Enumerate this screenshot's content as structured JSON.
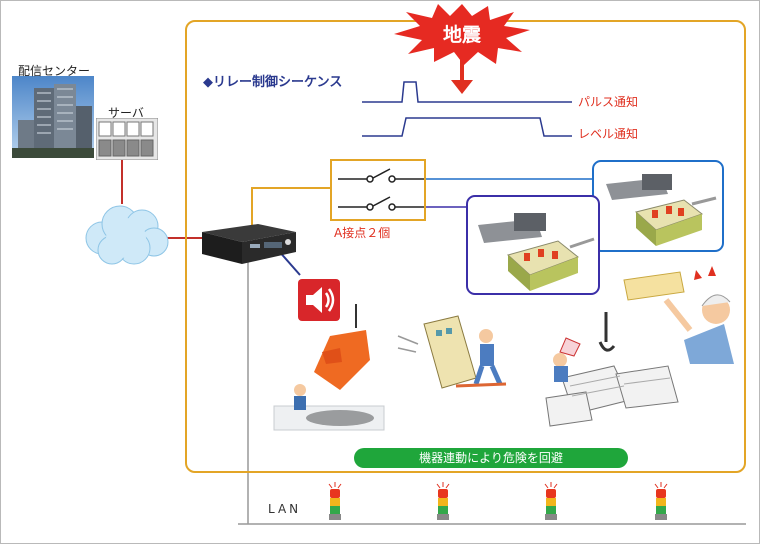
{
  "data_center": {
    "label": "配信センター"
  },
  "server": {
    "label": "サーバ"
  },
  "earthquake": {
    "label": "地震"
  },
  "sequence": {
    "title": "◆リレー制御シーケンス",
    "pulse_label": "パルス通知",
    "level_label": "レベル通知"
  },
  "contact": {
    "label": "A接点２個"
  },
  "avoidance": {
    "label": "機器連動により危険を回避"
  },
  "lan": {
    "label": "LAN"
  },
  "colors": {
    "frame_orange": "#e3a526",
    "signal_navy": "#2b3a8f",
    "alert_red": "#e03020",
    "link_blue": "#1f6fc9",
    "link_purple": "#3b2fa8",
    "bar_green": "#1fa63b"
  }
}
